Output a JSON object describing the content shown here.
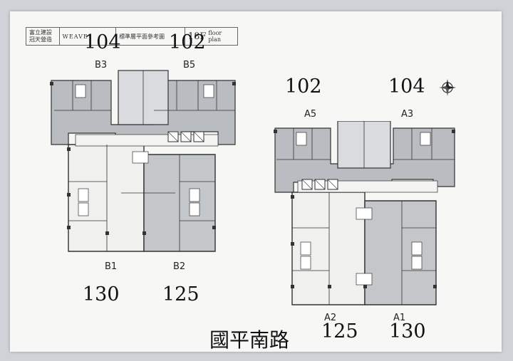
{
  "header": {
    "brand_line1": "富立建設",
    "brand_line2": "冠天營造",
    "project": "WEAVE",
    "title": "標準層平面參考圖",
    "floor": "18F",
    "floor_sub": "floor plan"
  },
  "left_building": {
    "top_numbers": [
      "104",
      "102"
    ],
    "top_units": [
      "B3",
      "B5"
    ],
    "bottom_units": [
      "B1",
      "B2"
    ],
    "bottom_numbers": [
      "130",
      "125"
    ]
  },
  "right_building": {
    "top_numbers": [
      "102",
      "104"
    ],
    "top_units": [
      "A5",
      "A3"
    ],
    "bottom_units": [
      "A2",
      "A1"
    ],
    "bottom_numbers": [
      "125",
      "130"
    ]
  },
  "street_name": "國平南路",
  "compass": "compass-rose-icon"
}
